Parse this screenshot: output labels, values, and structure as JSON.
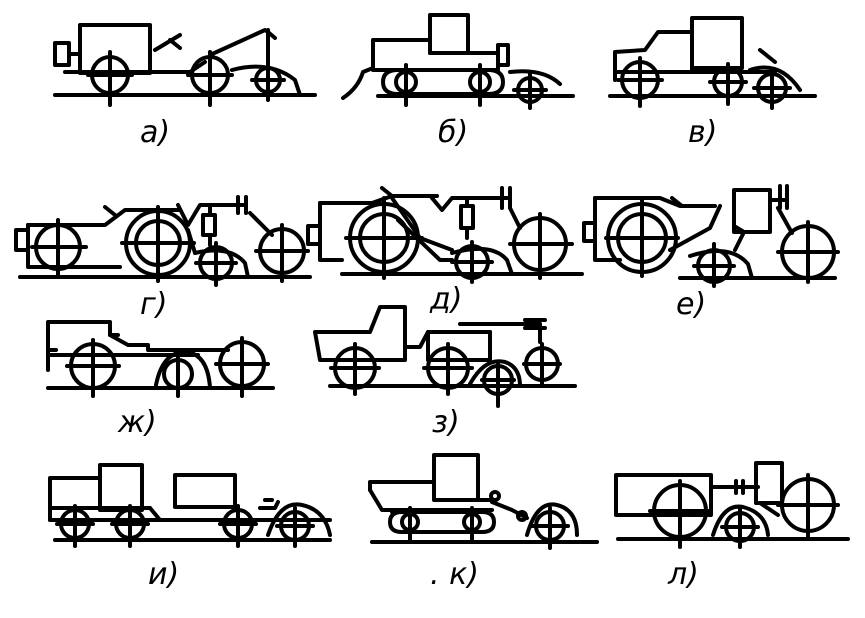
{
  "labels": {
    "a": "а)",
    "b": "б)",
    "v": "в)",
    "g": "г)",
    "d": "д)",
    "e": "е)",
    "zh": "ж)",
    "z": "з)",
    "i": "и)",
    "k": ". к)",
    "l": "л)"
  }
}
